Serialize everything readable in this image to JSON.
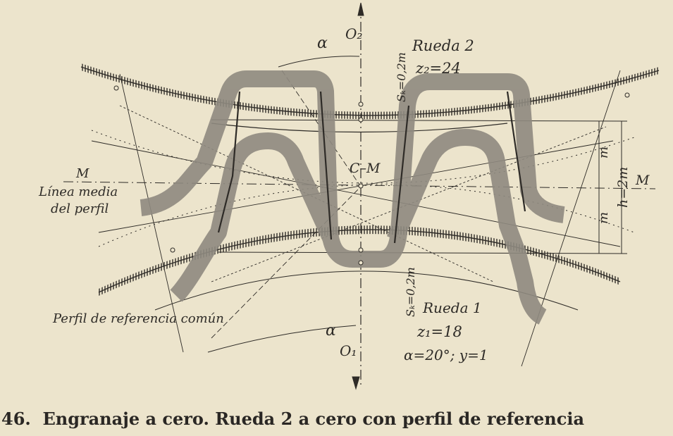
{
  "labels": {
    "o2": "O₂",
    "o1": "O₁",
    "alpha_top": "α",
    "alpha_bottom": "α",
    "rueda2": "Rueda 2",
    "z2": "z₂=24",
    "sk_top": "Sₖ=0,2m",
    "sk_bottom": "Sₖ=0,2m",
    "cm": "C–M",
    "m_left": "M",
    "linea_media_1": "Línea media",
    "linea_media_2": "del perfil",
    "m_upper": "m",
    "m_lower": "m",
    "h": "h=2m",
    "m_right": "M",
    "rueda1": "Rueda 1",
    "z1": "z₁=18",
    "alpha_y": "α=20°; y=1",
    "perfil": "Perfil de referencia común"
  },
  "caption": "46.  Engranaje a cero. Rueda 2 a cero con perfil de referencia",
  "colors": {
    "paper": "#ece4cc",
    "ink": "#2e2b27",
    "stipple": "#8f8a80"
  }
}
